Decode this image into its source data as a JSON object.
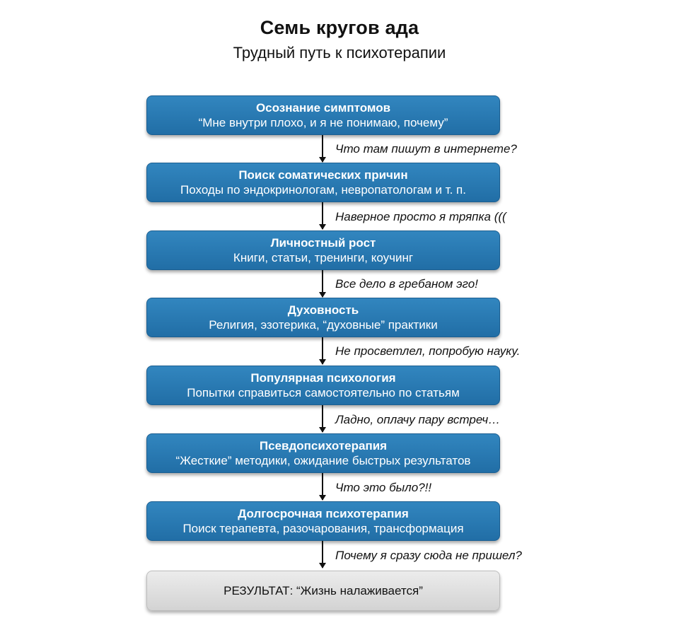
{
  "header": {
    "title": "Семь кругов ада",
    "subtitle": "Трудный путь к психотерапии"
  },
  "stages": [
    {
      "title": "Осознание симптомов",
      "desc": "“Мне внутри плохо, и я не понимаю, почему”"
    },
    {
      "title": "Поиск соматических причин",
      "desc": "Походы по эндокринологам, невропатологам и т. п."
    },
    {
      "title": "Личностный рост",
      "desc": "Книги, статьи, тренинги, коучинг"
    },
    {
      "title": "Духовность",
      "desc": "Религия, эзотерика, “духовные” практики"
    },
    {
      "title": "Популярная психология",
      "desc": "Попытки справиться самостоятельно по статьям"
    },
    {
      "title": "Псевдопсихотерапия",
      "desc": "“Жесткие” методики, ожидание быстрых результатов"
    },
    {
      "title": "Долгосрочная психотерапия",
      "desc": "Поиск терапевта, разочарования, трансформация"
    }
  ],
  "transitions": [
    "Что там пишут в интернете?",
    "Наверное просто я тряпка (((",
    "Все дело в гребаном эго!",
    "Не просветлел, попробую науку.",
    "Ладно, оплачу пару встреч…",
    "Что это было?!!",
    "Почему я сразу сюда не пришел?"
  ],
  "result": {
    "label": "РЕЗУЛЬТАТ: “Жизнь налаживается”"
  },
  "colors": {
    "stage_fill": "#2a7ab4",
    "result_fill": "#e0e0e0",
    "arrow": "#111111"
  }
}
